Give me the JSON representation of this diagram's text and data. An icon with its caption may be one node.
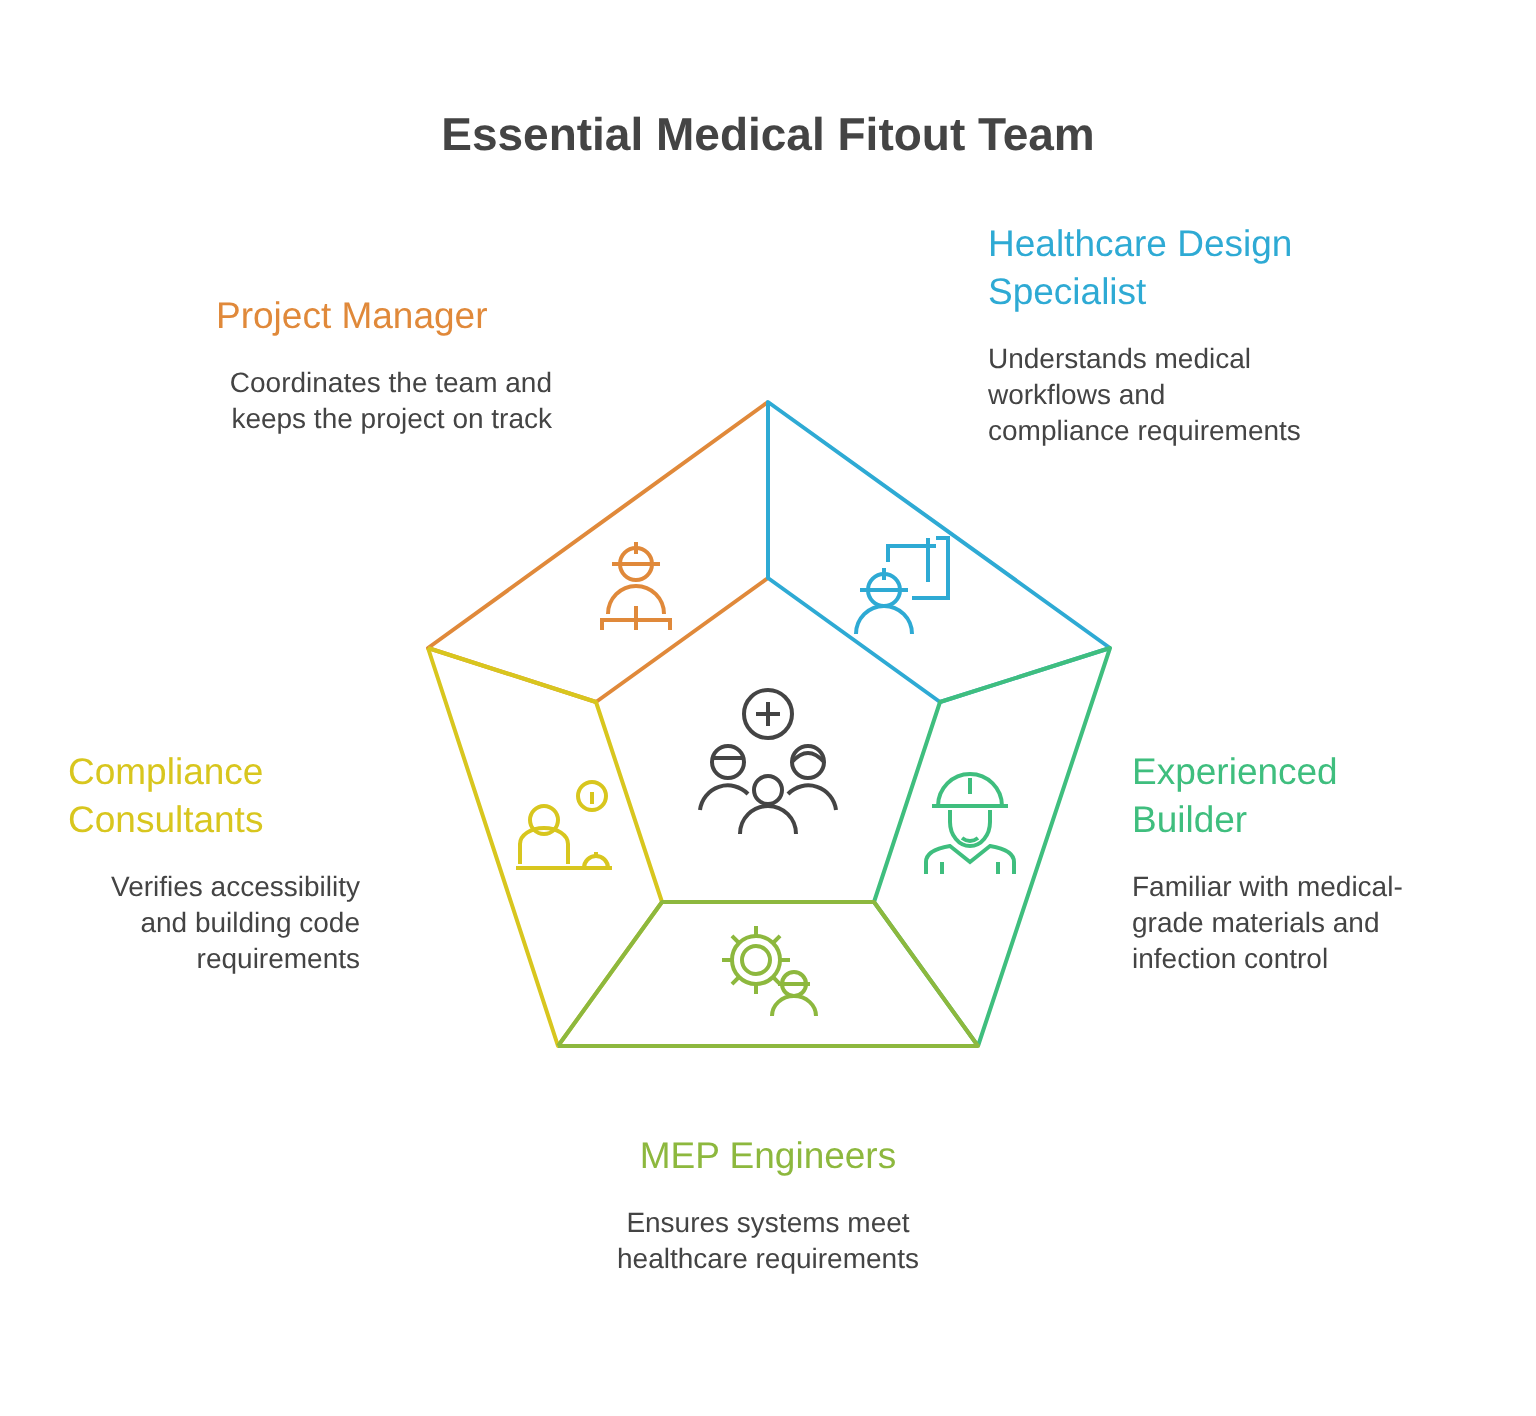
{
  "diagram": {
    "title": "Essential Medical Fitout Team",
    "nodes": [
      {
        "text": [
          "Project Manager",
          "Coordinates the team and keeps the project on track"
        ]
      },
      {
        "text": [
          "Healthcare Design Specialist",
          "Understands medical workflows and compliance requirements"
        ]
      },
      {
        "text": [
          "Compliance Consultants",
          "Verifies accessibility and building code requirements"
        ]
      },
      {
        "text": [
          "Experienced Builder",
          "Familiar with medical-grade materials and infection control"
        ]
      },
      {
        "text": [
          "MEP Engineers",
          "Ensures systems meet healthcare requirements"
        ]
      }
    ],
    "edges": []
  }
}
